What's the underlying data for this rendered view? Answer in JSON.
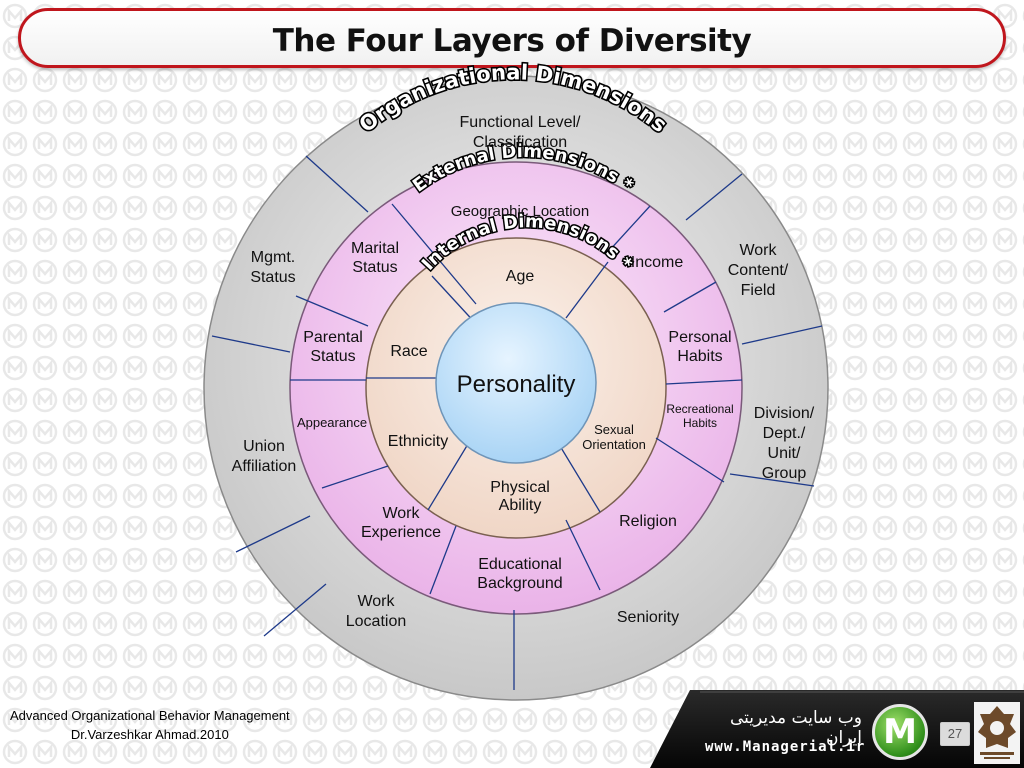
{
  "title": "The Four Layers of Diversity",
  "center": "Personality",
  "rings": {
    "organizational": {
      "label": "Organizational Dimensions",
      "items": [
        "Functional Level/ Classification",
        "Work Content/ Field",
        "Division/ Dept./ Unit/ Group",
        "Seniority",
        "Work Location",
        "Union Affiliation",
        "Mgmt. Status"
      ]
    },
    "external": {
      "label": "External Dimensions *",
      "items": [
        "Geographic Location",
        "Income",
        "Personal Habits",
        "Recreational Habits",
        "Religion",
        "Educational Background",
        "Work Experience",
        "Appearance",
        "Parental Status",
        "Marital Status"
      ]
    },
    "internal": {
      "label": "Internal Dimensions *",
      "items": [
        "Age",
        "Sexual Orientation",
        "Physical Ability",
        "Ethnicity",
        "Race"
      ]
    }
  },
  "footer": {
    "course": "Advanced Organizational Behavior Management",
    "author": "Dr.Varzeshkar  Ahmad.2010",
    "persian": "وب سایت مدیریتی ایران",
    "site": "www.Managerial.ir",
    "logo_letter": "M",
    "page": "27"
  },
  "colors": {
    "accent_red": "#c0161d",
    "organizational_ring": "#cfcfcf",
    "external_ring": "#f0c3ef",
    "internal_ring": "#f4e0d3",
    "center": "#bfe0f7",
    "divider": "#1e3a8a"
  }
}
